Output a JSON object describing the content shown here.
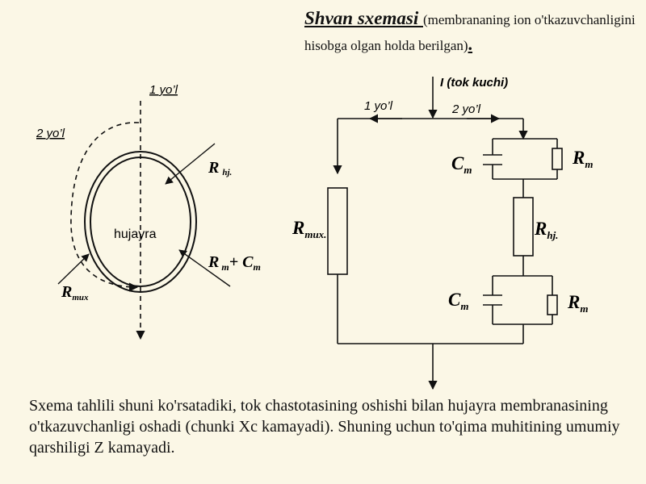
{
  "title": {
    "main": "Shvan sxemasi ",
    "subtitle": "(membrananing ion o'tkazuvchanligini hisobga olgan holda berilgan)",
    "dot": "."
  },
  "left": {
    "path1": "1 yo’l",
    "path2": "2 yo’l",
    "cell": "hujayra",
    "r_hj": {
      "main": "R",
      "sub": "hj."
    },
    "r_m_c_m": {
      "r": "R",
      "r_sub": "m",
      "plus": "+ C",
      "c_sub": "m"
    },
    "r_mux": {
      "main": "R",
      "sub": "mux"
    }
  },
  "circuit": {
    "current": "I (tok kuchi)",
    "path1": "1 yo’l",
    "path2": "2 yo’l",
    "c_m_top": {
      "main": "C",
      "sub": "m"
    },
    "r_m_top": {
      "main": "R",
      "sub": "m"
    },
    "r_hj": {
      "main": "R",
      "sub": "hj."
    },
    "r_mux": {
      "main": "R",
      "sub": "mux."
    },
    "c_m_bot": {
      "main": "C",
      "sub": "m"
    },
    "r_m_bot": {
      "main": "R",
      "sub": "m"
    }
  },
  "caption": "Sxema tahlili shuni ko'rsatadiki, tok chastotasining oshishi bilan hujayra membranasining o'tkazuvchanligi oshadi (chunki Xc kamayadi). Shuning uchun to'qima muhitining umumiy qarshiligi Z kamayadi."
}
